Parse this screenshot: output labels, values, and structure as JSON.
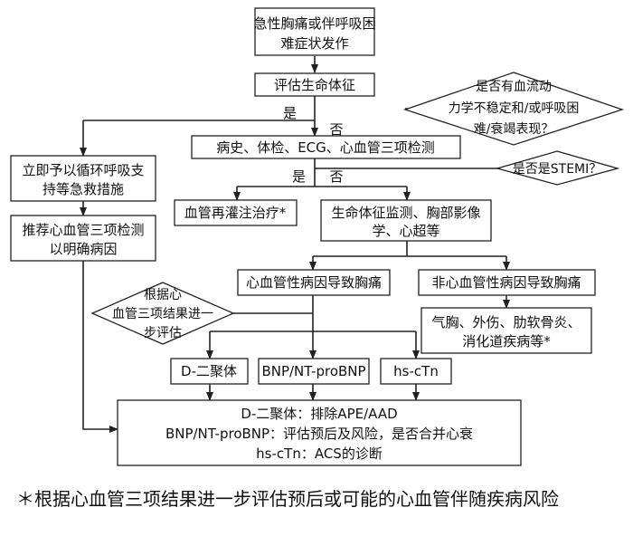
{
  "nodes": {
    "start": [
      "急性胸痛或伴呼吸困",
      "难症状发作"
    ],
    "assess_vitals": [
      "评估生命体征"
    ],
    "q_unstable": [
      "是否有血流动",
      "力学不稳定和/或呼吸困",
      "难/衰竭表现？"
    ],
    "history": [
      "病史、体检、ECG、心血管三项检测"
    ],
    "q_stemi": [
      "是否是STEMI？"
    ],
    "immediate_support": [
      "立即予以循环呼吸支",
      "持等急救措施"
    ],
    "recommend_tests": [
      "推荐心血管三项检测",
      "以明确病因"
    ],
    "reperfusion": [
      "血管再灌注治疗*"
    ],
    "monitoring": [
      "生命体征监测、胸部影像",
      "学、心超等"
    ],
    "cardio_cause": [
      "心血管性病因导致胸痛"
    ],
    "noncardio_cause": [
      "非心血管性病因导致胸痛"
    ],
    "q_further": [
      "根据心",
      "血管三项结果进一",
      "步评估"
    ],
    "noncardio_examples": [
      "气胸、外伤、肋软骨炎、",
      "消化道疾病等*"
    ],
    "ddimer": [
      "D-二聚体"
    ],
    "bnp": [
      "BNP/NT-proBNP"
    ],
    "hsctn": [
      "hs-cTn"
    ],
    "summary": [
      "D-二聚体：排除APE/AAD",
      "BNP/NT-proBNP：评估预后及风险，是否合并心衰",
      "hs-cTn：ACS的诊断"
    ]
  },
  "branch_labels": {
    "yes1": "是",
    "no1": "否",
    "yes2": "是",
    "no2": "否"
  },
  "footnote": "＊根据心血管三项结果进一步评估预后或可能的心血管伴随疾病风险"
}
